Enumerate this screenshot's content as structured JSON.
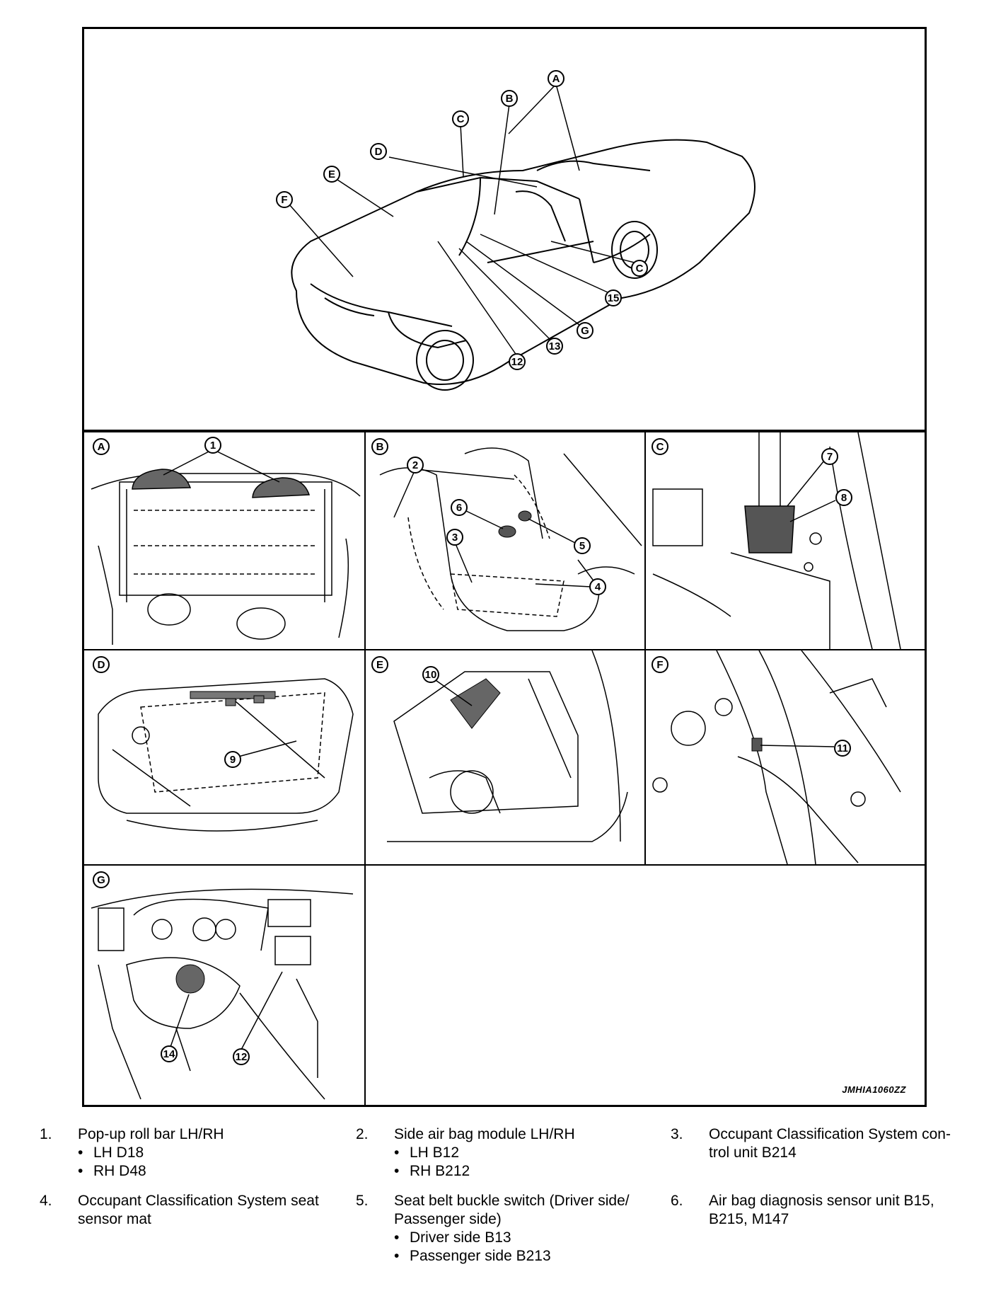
{
  "figure_id": "JMHIA1060ZZ",
  "overview": {
    "callouts": [
      "A",
      "B",
      "C",
      "D",
      "E",
      "F",
      "C",
      "15",
      "G",
      "13",
      "12"
    ]
  },
  "panels": [
    {
      "id": "A",
      "callouts": [
        "1"
      ]
    },
    {
      "id": "B",
      "callouts": [
        "2",
        "6",
        "3",
        "5",
        "4"
      ]
    },
    {
      "id": "C",
      "callouts": [
        "7",
        "8"
      ]
    },
    {
      "id": "D",
      "callouts": [
        "9"
      ]
    },
    {
      "id": "E",
      "callouts": [
        "10"
      ]
    },
    {
      "id": "F",
      "callouts": [
        "11"
      ]
    },
    {
      "id": "G",
      "callouts": [
        "14",
        "12"
      ]
    }
  ],
  "legend": [
    {
      "num": "1.",
      "text": "Pop-up roll bar LH/RH",
      "subs": [
        "LH D18",
        "RH D48"
      ]
    },
    {
      "num": "2.",
      "text": "Side air bag module LH/RH",
      "subs": [
        "LH B12",
        "RH B212"
      ]
    },
    {
      "num": "3.",
      "text": "Occupant Classification System con-",
      "text2": "trol unit B214",
      "subs": []
    },
    {
      "num": "4.",
      "text": "Occupant Classification System seat",
      "text2": "sensor mat",
      "subs": []
    },
    {
      "num": "5.",
      "text": "Seat belt buckle switch (Driver side/",
      "text2": "Passenger side)",
      "subs": [
        "Driver side B13",
        "Passenger side B213"
      ]
    },
    {
      "num": "6.",
      "text": "Air bag diagnosis sensor unit B15,",
      "text2": "B215, M147",
      "subs": []
    }
  ]
}
